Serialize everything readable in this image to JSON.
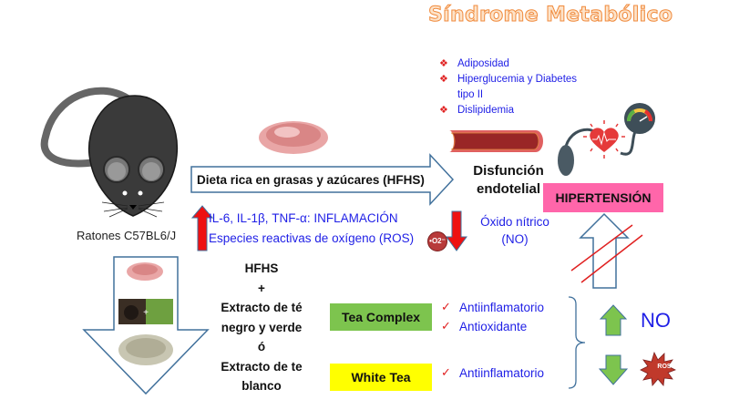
{
  "title": "Síndrome Metabólico",
  "syndrome_items": [
    "Adiposidad",
    "Hiperglucemia y Diabetes tipo II",
    "Dislipidemia"
  ],
  "mouse_label": "Ratones C57BL6/J",
  "diet_arrow_label": "Dieta rica en grasas y azúcares (HFHS)",
  "inflammation": {
    "line1": "IL-6, IL-1β, TNF-α: INFLAMACIÓN",
    "line2": "Especies reactivas de oxígeno (ROS)",
    "o2_badge": "•O2⁻"
  },
  "endothelial": {
    "label_line1": "Disfunción",
    "label_line2": "endotelial",
    "nitric_line1": "Óxido nítrico",
    "nitric_line2": "(NO)"
  },
  "hypertension_label": "HIPERTENSIÓN",
  "treatment_text": [
    "HFHS",
    "+",
    "Extracto de té",
    "negro y verde",
    "ó",
    "Extracto de te",
    "blanco"
  ],
  "groups": [
    {
      "name": "Tea Complex",
      "color": "#7dc44e",
      "effects": [
        "Antiinflamatorio",
        "Antioxidante"
      ]
    },
    {
      "name": "White Tea",
      "color": "#ffff00",
      "effects": [
        "Antiinflamatorio"
      ]
    }
  ],
  "outcomes": {
    "no_label": "NO",
    "ros_label": "ROS"
  },
  "colors": {
    "title_fill": "#fde3c9",
    "title_stroke": "#f08a3c",
    "blue_text": "#1f1fe6",
    "red_arrow": "#ee1111",
    "green_arrow": "#7dc44e",
    "hypertension_bg": "#ff66aa",
    "outline_arrow": "#41719c"
  },
  "icons": {
    "bullet": "❖",
    "check": "✓"
  }
}
